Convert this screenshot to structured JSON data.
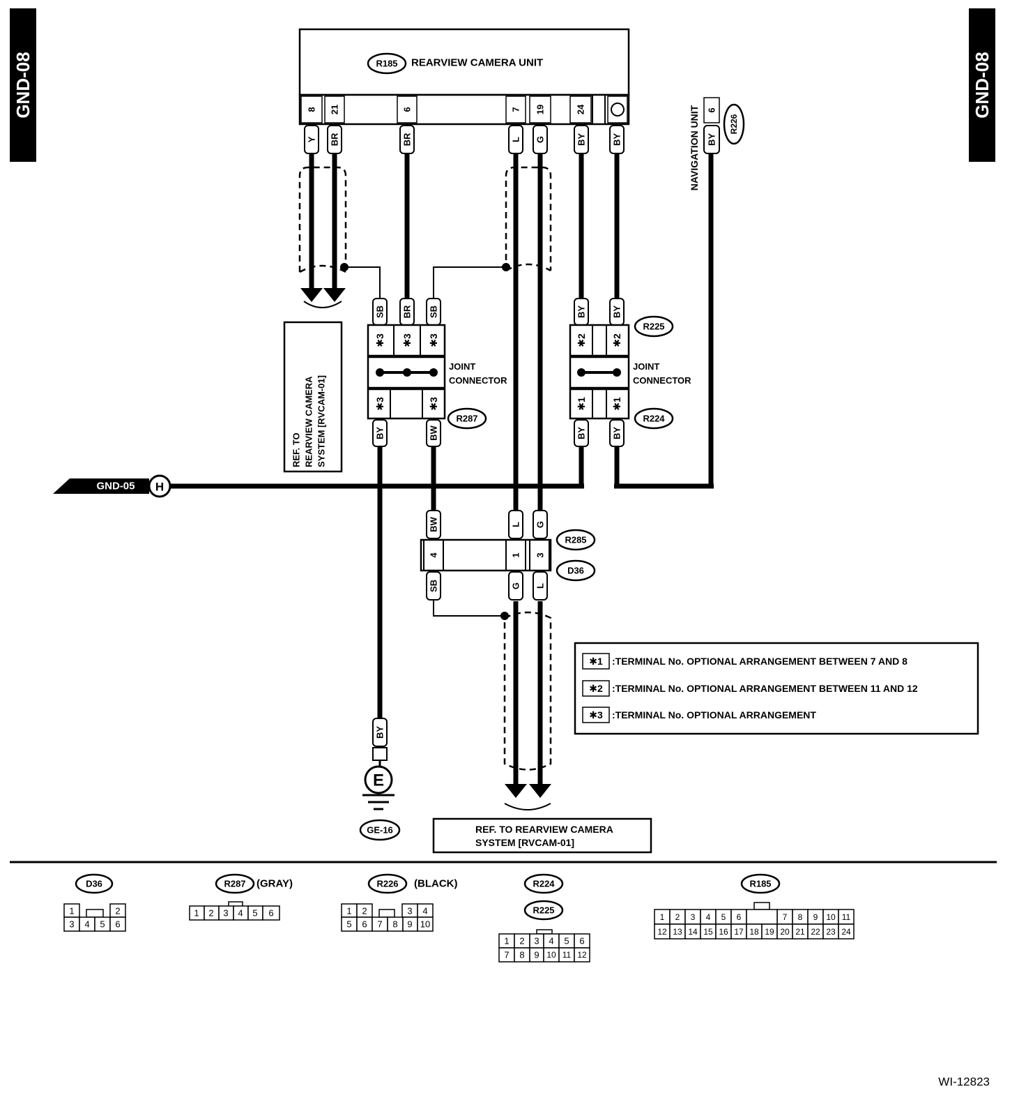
{
  "page": {
    "code": "GND-08",
    "figure_id": "WI-12823"
  },
  "camera_unit": {
    "connector": "R185",
    "title": "REARVIEW CAMERA UNIT",
    "pins": [
      {
        "pin": "8",
        "color": "Y"
      },
      {
        "pin": "21",
        "color": "BR"
      },
      {
        "pin": "6",
        "color": "BR"
      },
      {
        "pin": "7",
        "color": "L"
      },
      {
        "pin": "19",
        "color": "G"
      },
      {
        "pin": "24",
        "color": "BY"
      },
      {
        "pin": "",
        "color": "BY"
      }
    ]
  },
  "navigation_unit": {
    "title": "NAVIGATION UNIT",
    "connector": "R226",
    "pin": "6",
    "color": "BY"
  },
  "joint_left": {
    "top_wires": [
      "SB",
      "BR",
      "SB"
    ],
    "top_terminals": [
      "✱3",
      "✱3",
      "✱3"
    ],
    "label_line1": "JOINT",
    "label_line2": "CONNECTOR",
    "bottom_terminals": [
      "✱3",
      "✱3"
    ],
    "bottom_connector": "R287",
    "bottom_wires": [
      "BY",
      "BW"
    ]
  },
  "joint_right": {
    "top_wires": [
      "BY",
      "BY"
    ],
    "top_connector": "R225",
    "top_terminals": [
      "✱2",
      "✱2"
    ],
    "label_line1": "JOINT",
    "label_line2": "CONNECTOR",
    "bottom_terminals": [
      "✱1",
      "✱1"
    ],
    "bottom_connector": "R224",
    "bottom_wires": [
      "BY",
      "BY"
    ]
  },
  "gnd_ref": {
    "label": "GND-05",
    "symbol": "H"
  },
  "mid_connector": {
    "upper_connector": "R285",
    "lower_connector": "D36",
    "upper_wires": [
      "BW",
      "L",
      "G"
    ],
    "pins": [
      "4",
      "1",
      "3"
    ],
    "lower_wires": [
      "SB",
      "G",
      "L"
    ]
  },
  "ground": {
    "wire": "BY",
    "symbol": "E",
    "id": "GE-16"
  },
  "ref_left": {
    "line1": "REF. TO",
    "line2": "REARVIEW CAMERA",
    "line3": "SYSTEM [RVCAM-01]"
  },
  "ref_bottom": {
    "line1": "REF. TO REARVIEW CAMERA",
    "line2": "SYSTEM [RVCAM-01]"
  },
  "notes": [
    {
      "mark": "✱1",
      "text": ":TERMINAL No. OPTIONAL ARRANGEMENT BETWEEN 7 AND 8"
    },
    {
      "mark": "✱2",
      "text": ":TERMINAL No. OPTIONAL ARRANGEMENT BETWEEN 11 AND 12"
    },
    {
      "mark": "✱3",
      "text": ":TERMINAL No. OPTIONAL ARRANGEMENT"
    }
  ],
  "connector_views": {
    "d36": {
      "id": "D36",
      "top": [
        "1",
        "2"
      ],
      "bottom": [
        "3",
        "4",
        "5",
        "6"
      ]
    },
    "r287": {
      "id": "R287",
      "color": "(GRAY)",
      "cells": [
        "1",
        "2",
        "3",
        "4",
        "5",
        "6"
      ]
    },
    "r226": {
      "id": "R226",
      "color": "(BLACK)",
      "top": [
        "1",
        "2",
        "3",
        "4"
      ],
      "bottom": [
        "5",
        "6",
        "7",
        "8",
        "9",
        "10"
      ]
    },
    "r224": {
      "id": "R224",
      "id2": "R225",
      "top": [
        "1",
        "2",
        "3",
        "4",
        "5",
        "6"
      ],
      "bottom": [
        "7",
        "8",
        "9",
        "10",
        "11",
        "12"
      ]
    },
    "r185": {
      "id": "R185",
      "top": [
        "1",
        "2",
        "3",
        "4",
        "5",
        "6",
        "7",
        "8",
        "9",
        "10",
        "11"
      ],
      "bottom": [
        "12",
        "13",
        "14",
        "15",
        "16",
        "17",
        "18",
        "19",
        "20",
        "21",
        "22",
        "23",
        "24"
      ]
    }
  }
}
